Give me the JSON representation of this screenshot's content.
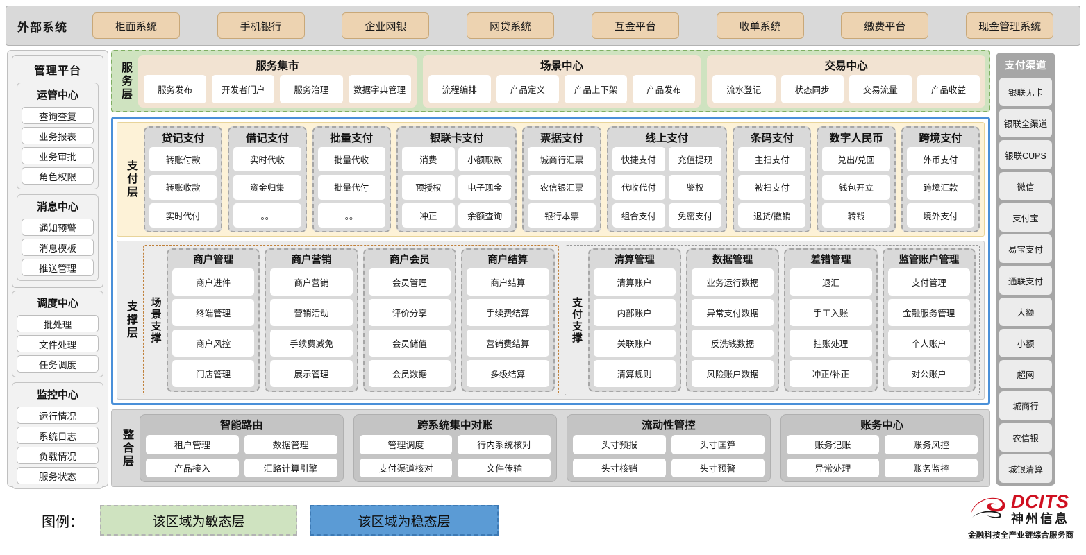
{
  "external_systems": {
    "title": "外部系统",
    "items": [
      "柜面系统",
      "手机银行",
      "企业网银",
      "网贷系统",
      "互金平台",
      "收单系统",
      "缴费平台",
      "现金管理系统"
    ]
  },
  "management_platform": {
    "title": "管理平台",
    "groups": [
      {
        "title": "运管中心",
        "items": [
          "查询查复",
          "业务报表",
          "业务审批",
          "角色权限"
        ]
      },
      {
        "title": "消息中心",
        "items": [
          "通知预警",
          "消息模板",
          "推送管理"
        ]
      },
      {
        "title": "调度中心",
        "items": [
          "批处理",
          "文件处理",
          "任务调度"
        ]
      },
      {
        "title": "监控中心",
        "items": [
          "运行情况",
          "系统日志",
          "负载情况",
          "服务状态"
        ]
      }
    ]
  },
  "service_layer": {
    "label": "服务层",
    "groups": [
      {
        "title": "服务集市",
        "items": [
          "服务发布",
          "开发者门户",
          "服务治理",
          "数据字典管理"
        ]
      },
      {
        "title": "场景中心",
        "items": [
          "流程编排",
          "产品定义",
          "产品上下架",
          "产品发布"
        ]
      },
      {
        "title": "交易中心",
        "items": [
          "流水登记",
          "状态同步",
          "交易流量",
          "产品收益"
        ]
      }
    ]
  },
  "payment_layer": {
    "label": "支付层",
    "columns": [
      {
        "title": "贷记支付",
        "cols": 1,
        "items": [
          "转账付款",
          "转账收款",
          "实时代付"
        ]
      },
      {
        "title": "借记支付",
        "cols": 1,
        "items": [
          "实时代收",
          "资金归集",
          "。。"
        ]
      },
      {
        "title": "批量支付",
        "cols": 1,
        "items": [
          "批量代收",
          "批量代付",
          "。。"
        ]
      },
      {
        "title": "银联卡支付",
        "cols": 2,
        "items": [
          "消费",
          "小额取款",
          "预授权",
          "电子现金",
          "冲正",
          "余额查询"
        ]
      },
      {
        "title": "票据支付",
        "cols": 1,
        "items": [
          "城商行汇票",
          "农信银汇票",
          "银行本票"
        ]
      },
      {
        "title": "线上支付",
        "cols": 2,
        "items": [
          "快捷支付",
          "充值提现",
          "代收代付",
          "鉴权",
          "组合支付",
          "免密支付"
        ]
      },
      {
        "title": "条码支付",
        "cols": 1,
        "items": [
          "主扫支付",
          "被扫支付",
          "退货/撤销"
        ]
      },
      {
        "title": "数字人民币",
        "cols": 1,
        "items": [
          "兑出/兑回",
          "钱包开立",
          "转钱"
        ]
      },
      {
        "title": "跨境支付",
        "cols": 1,
        "items": [
          "外币支付",
          "跨境汇款",
          "境外支付"
        ]
      }
    ]
  },
  "support_layer": {
    "label": "支撑层",
    "halves": [
      {
        "label": "场景支撑",
        "columns": [
          {
            "title": "商户管理",
            "items": [
              "商户进件",
              "终端管理",
              "商户风控",
              "门店管理"
            ]
          },
          {
            "title": "商户营销",
            "items": [
              "商户营销",
              "营销活动",
              "手续费减免",
              "展示管理"
            ]
          },
          {
            "title": "商户会员",
            "items": [
              "会员管理",
              "评价分享",
              "会员储值",
              "会员数据"
            ]
          },
          {
            "title": "商户结算",
            "items": [
              "商户结算",
              "手续费结算",
              "营销费结算",
              "多级结算"
            ]
          }
        ]
      },
      {
        "label": "支付支撑",
        "columns": [
          {
            "title": "清算管理",
            "items": [
              "清算账户",
              "内部账户",
              "关联账户",
              "清算规则"
            ]
          },
          {
            "title": "数据管理",
            "items": [
              "业务运行数据",
              "异常支付数据",
              "反洗钱数据",
              "风险账户数据"
            ]
          },
          {
            "title": "差错管理",
            "items": [
              "退汇",
              "手工入账",
              "挂账处理",
              "冲正/补正"
            ]
          },
          {
            "title": "监管账户管理",
            "items": [
              "支付管理",
              "金融服务管理",
              "个人账户",
              "对公账户"
            ]
          }
        ]
      }
    ]
  },
  "integration_layer": {
    "label": "整合层",
    "groups": [
      {
        "title": "智能路由",
        "items": [
          "租户管理",
          "数据管理",
          "产品接入",
          "汇路计算引擎"
        ]
      },
      {
        "title": "跨系统集中对账",
        "items": [
          "管理调度",
          "行内系统核对",
          "支付渠道核对",
          "文件传输"
        ]
      },
      {
        "title": "流动性管控",
        "items": [
          "头寸预报",
          "头寸匡算",
          "头寸核销",
          "头寸预警"
        ]
      },
      {
        "title": "账务中心",
        "items": [
          "账务记账",
          "账务风控",
          "异常处理",
          "账务监控"
        ]
      }
    ]
  },
  "payment_channels": {
    "title": "支付渠道",
    "items": [
      "银联无卡",
      "银联全渠道",
      "银联CUPS",
      "微信",
      "支付宝",
      "易宝支付",
      "通联支付",
      "大额",
      "小额",
      "超网",
      "城商行",
      "农信银",
      "城银清算"
    ]
  },
  "legend": {
    "label": "图例：",
    "agile": "该区域为敏态层",
    "stable": "该区域为稳态层",
    "agile_color": "#cfe3c0",
    "stable_color": "#5b9bd5"
  },
  "logo": {
    "brand_en": "DCITS",
    "brand_cn": "神州信息",
    "tagline": "金融科技全产业链综合服务商",
    "brand_color": "#cf1020"
  }
}
